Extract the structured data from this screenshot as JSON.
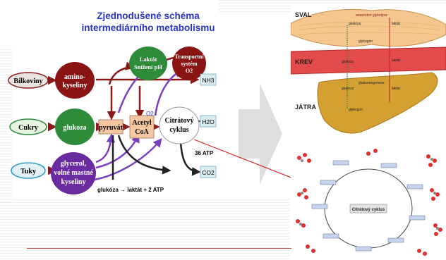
{
  "title": {
    "line1": "Zjednodušené schéma",
    "line2": "intermediárního metabolismu"
  },
  "metabolism": {
    "inputs": [
      "Bílkoviny",
      "Cukry",
      "Tuky"
    ],
    "bubbles": {
      "aminokyseliny": [
        "amino-",
        "kyseliny"
      ],
      "glukoza": "glukoza",
      "lipidy": [
        "glycerol,",
        "volné mastné",
        "kyseliny"
      ],
      "laktat": [
        "Laktát",
        "Snížení pH"
      ],
      "transport": [
        "Transportní",
        "systém",
        "O2"
      ],
      "citrat": [
        "Citrátový",
        "cyklus"
      ]
    },
    "pyruvat": "pyruvát",
    "acetylcoa": [
      "Acetyl",
      "CoA"
    ],
    "outputs": {
      "nh3": "NH3",
      "h2o": "H2O",
      "co2": "CO2"
    },
    "labels": {
      "o2": "O2",
      "atp36": "36 ATP",
      "bottom": "glukóza → laktát + 2 ATP"
    }
  },
  "body_diagram": {
    "sval": "SVAL",
    "krev": "KREV",
    "jatra": "JÁTRA",
    "muscle": {
      "anaerobic": "anaerobní glykolýza",
      "glukoza": "glukóza",
      "laktat": "laktát",
      "glykogen": "glykogen"
    },
    "blood": {
      "glukoza": "glukóza",
      "laktat": "laktát"
    },
    "liver": {
      "gluconeo": "glukoneogeneze",
      "glukoza": "glukóza",
      "laktat": "laktát",
      "glykogen": "glykogen"
    }
  },
  "citric_cycle": {
    "center": "Citrátový cyklus"
  },
  "colors": {
    "title": "#2a35c8",
    "aminokyseliny": "#8a1414",
    "glukoza": "#2e8b3a",
    "lipidy": "#6a2aa0",
    "arrow_dark": "#8a1a1a",
    "arrow_purple": "#7b3fbf",
    "box_orange": "#f5c8a2",
    "blood": "#e34b4b",
    "muscle": "#f5c78e",
    "liver": "#d4a031"
  }
}
